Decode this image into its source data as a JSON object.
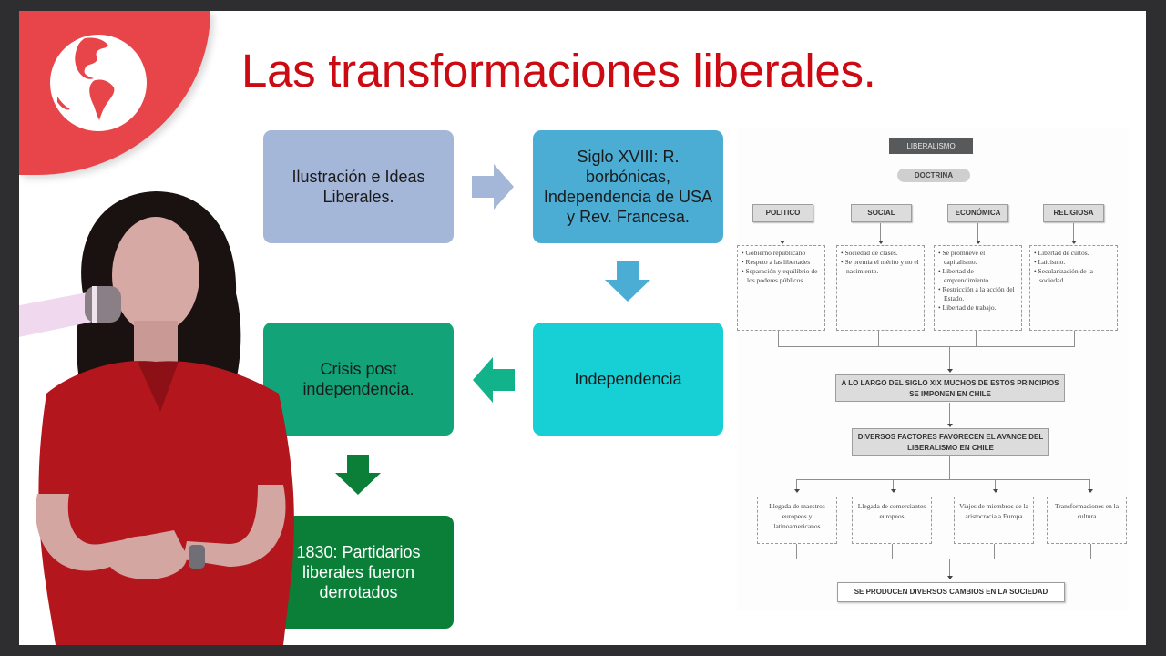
{
  "slide": {
    "title": "Las transformaciones liberales.",
    "logo_icon": "globe-americas-icon",
    "colors": {
      "brand_red": "#e8454a",
      "title_red": "#cc0a12",
      "frame": "#2e2e30"
    }
  },
  "flowchart": {
    "boxes": [
      {
        "id": "ilustracion",
        "label": "Ilustración e Ideas Liberales.",
        "color": "#a5b7d8"
      },
      {
        "id": "siglo-xviii",
        "label": "Siglo XVIII: R. borbónicas, Independencia de USA y Rev. Francesa.",
        "color": "#4badd4"
      },
      {
        "id": "independencia",
        "label": "Independencia",
        "color": "#16d0d6"
      },
      {
        "id": "crisis",
        "label": "Crisis post independencia.",
        "color": "#12a378"
      },
      {
        "id": "1830",
        "label": "1830: Partidarios liberales fueron derrotados",
        "color": "#0b7f38"
      }
    ],
    "arrows": [
      "right-arrow-icon",
      "down-arrow-icon",
      "left-arrow-icon",
      "down-arrow-icon"
    ]
  },
  "diagram": {
    "title": "LIBERALISMO",
    "subtitle": "DOCTRINA",
    "categories": [
      {
        "label": "POLITICO",
        "items": [
          "Gobierno republicano",
          "Respeto a las libertades",
          "Separación y equilibrio de los poderes públicos"
        ]
      },
      {
        "label": "SOCIAL",
        "items": [
          "Sociedad de clases.",
          "Se premia el mérito y no el nacimiento."
        ]
      },
      {
        "label": "ECONÓMICA",
        "items": [
          "Se promueve el capitalismo.",
          "Libertad de emprendimiento.",
          "Restricción a la acción del Estado.",
          "Libertad de trabajo."
        ]
      },
      {
        "label": "RELIGIOSA",
        "items": [
          "Libertad de cultos.",
          "Laicismo.",
          "Secularización de la sociedad."
        ]
      }
    ],
    "step1": "A LO LARGO DEL SIGLO XIX MUCHOS DE ESTOS PRINCIPIOS SE IMPONEN EN CHILE",
    "step2": "DIVERSOS FACTORES FAVORECEN EL AVANCE DEL LIBERALISMO EN CHILE",
    "factors": [
      "Llegada de maestros europeos y latinoamericanos",
      "Llegada de comerciantes europeos",
      "Viajes de miembros de la aristocracia a Europa",
      "Transformaciones en la cultura"
    ],
    "result": "SE PRODUCEN DIVERSOS CAMBIOS EN LA SOCIEDAD"
  },
  "presenter": {
    "shirt_color": "#b3161c",
    "description": "presenter-video-overlay"
  }
}
